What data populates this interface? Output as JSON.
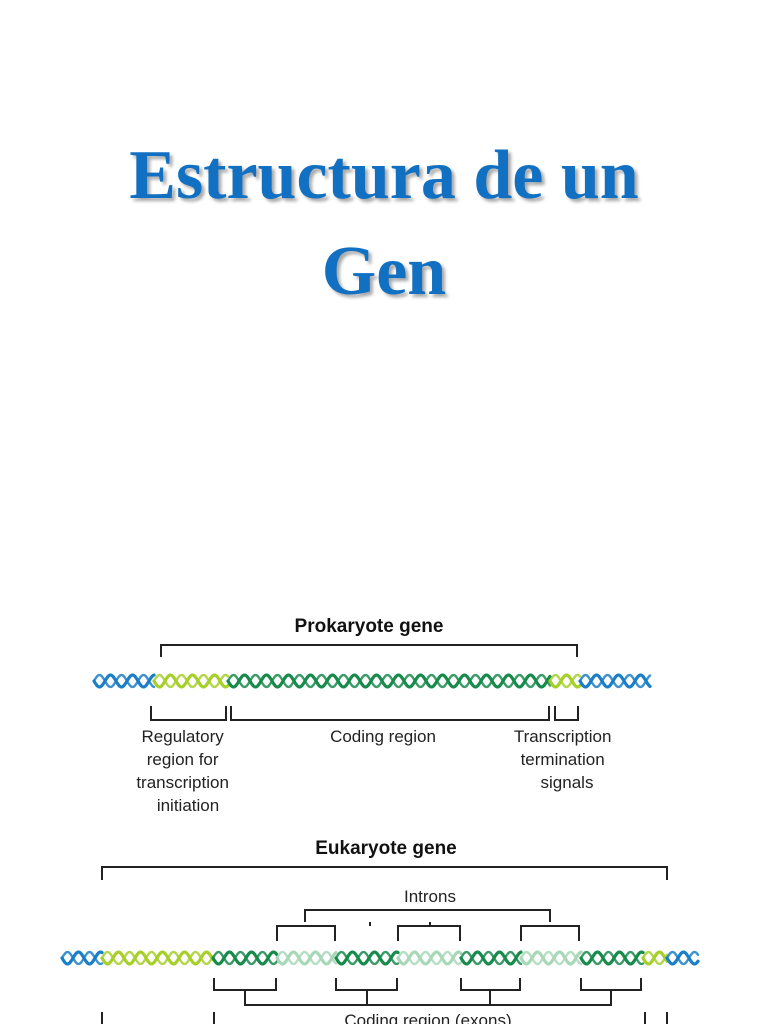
{
  "title": {
    "line1": "Estructura de un",
    "line2": "Gen"
  },
  "prokaryote": {
    "heading": "Prokaryote gene",
    "regulatory": [
      "Regulatory",
      "region for",
      "transcription",
      "initiation"
    ],
    "coding": "Coding region",
    "termination": [
      "Transcription",
      "termination",
      "signals"
    ]
  },
  "eukaryote": {
    "heading": "Eukaryote gene",
    "introns": "Introns",
    "coding": "Coding region (exons)"
  },
  "colors": {
    "title": "#1170c1",
    "flank_dna": "#1a7ec8",
    "regulatory_dna": "#a6cf2a",
    "exon_dna": "#178a4c",
    "intron_dna": "#a8d8b8"
  }
}
